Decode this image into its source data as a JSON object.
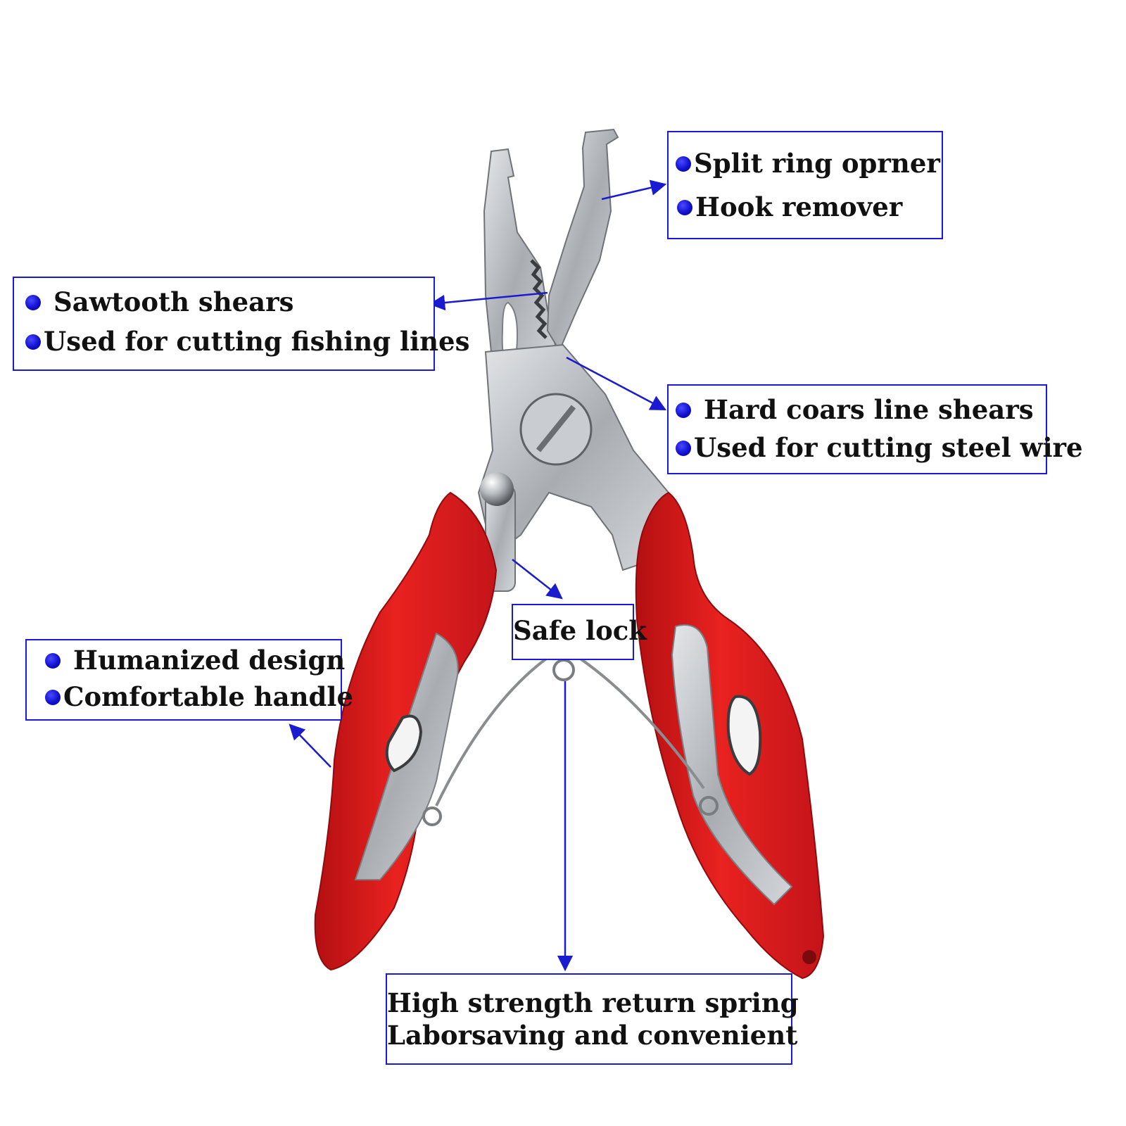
{
  "callouts": {
    "split_ring": {
      "lines": [
        "Split ring oprner",
        "Hook remover"
      ]
    },
    "sawtooth": {
      "lines": [
        "Sawtooth shears",
        "Used for cutting fishing lines"
      ]
    },
    "hard_shears": {
      "lines": [
        "Hard coars line shears",
        "Used for cutting steel wire"
      ]
    },
    "safe_lock": {
      "label": "Safe lock"
    },
    "handle": {
      "lines": [
        "Humanized design",
        "Comfortable handle"
      ]
    },
    "spring": {
      "lines": [
        "High strength return spring",
        "Laborsaving and convenient"
      ]
    }
  },
  "colors": {
    "callout_border": "#1a1adf",
    "bullet": "#1010d0",
    "arrow": "#1a1ad0",
    "handle_red": "#e01c1c",
    "steel": "#b9bcc0"
  },
  "icons": {
    "bullet": "blue-dot-icon",
    "pointer": "arrow-icon"
  }
}
